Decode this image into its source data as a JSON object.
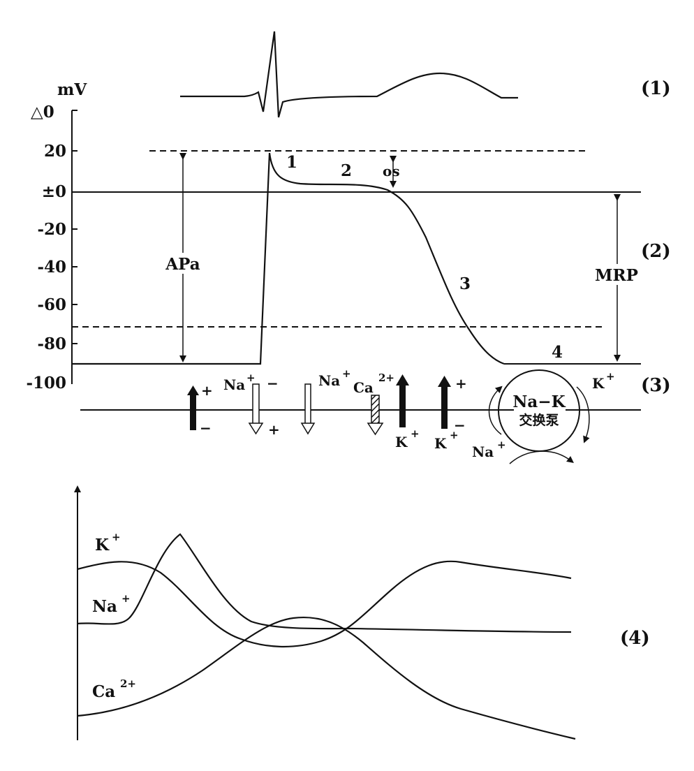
{
  "panels": {
    "p1": "(1)",
    "p2": "(2)",
    "p3": "(3)",
    "p4": "(4)"
  },
  "axis": {
    "unit": "mV",
    "top_label": "△0",
    "ticks": [
      "20",
      "±0",
      "-20",
      "-40",
      "-60",
      "-80",
      "-100"
    ]
  },
  "phases": [
    "1",
    "2",
    "3",
    "4"
  ],
  "labels": {
    "os": "os",
    "apa": "APa",
    "mrp": "MRP"
  },
  "ions": {
    "na": "Na",
    "k": "K",
    "ca": "Ca",
    "plus_sup": "+",
    "ca_sup": "2+",
    "plus": "+",
    "minus": "−"
  },
  "pump": {
    "line1": "Na−K",
    "line2": "交换泵"
  },
  "currents": {
    "k_label": "K",
    "na_label": "Na",
    "ca_label": "Ca",
    "ca_sup": "2+"
  }
}
